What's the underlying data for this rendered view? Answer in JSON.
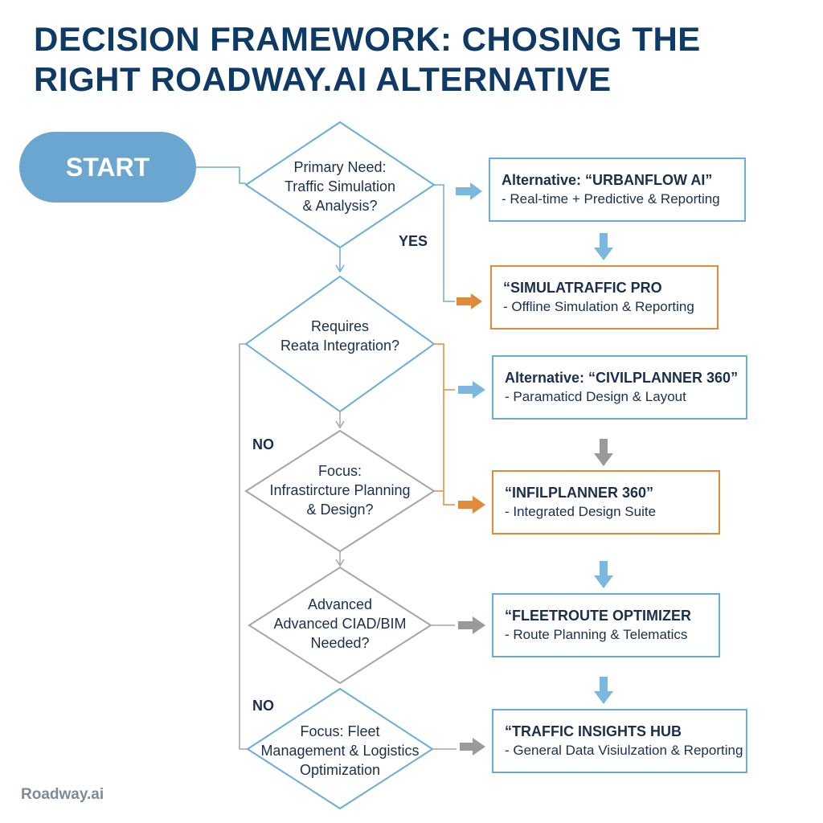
{
  "title": "DECISION FRAMEWORK: CHOSING THE RIGHT ROADWAY.AI ALTERNATIVE",
  "start_label": "START",
  "decisions": [
    {
      "text": "Primary Need:\nTraffic Simulation\n& Analysis?"
    },
    {
      "text": "Requires\nReata Integration?"
    },
    {
      "text": "Focus:\nInfrastircture Planning\n& Design?"
    },
    {
      "text": "Advanced\nAdvanced CIAD/BIM\nNeeded?"
    },
    {
      "text": "Focus: Fleet\nManagement & Logistics\nOptimization"
    }
  ],
  "alternatives": [
    {
      "title": "Alternative: “URBANFLOW AI”",
      "desc": "- Real-time + Predictive & Reporting"
    },
    {
      "title": "“SIMULATRAFFIC PRO",
      "desc": "- Offline Simulation & Reporting"
    },
    {
      "title": "Alternative: “CIVILPLANNER 360”",
      "desc": "- Paramaticd Design & Layout"
    },
    {
      "title": "“INFILPLANNER 360”",
      "desc": "- Integrated Design Suite"
    },
    {
      "title": "“FLEETROUTE OPTIMIZER",
      "desc": "- Route Planning & Telematics"
    },
    {
      "title": "“TRAFFIC INSIGHTS HUB",
      "desc": "- General Data Visiulzation & Reporting"
    }
  ],
  "edge_labels": {
    "yes": "YES",
    "yes_small": "YES",
    "no_1": "NO",
    "no_2": "NO"
  },
  "footer": "Roadway.ai",
  "colors": {
    "title": "#0f3a66",
    "start_fill": "#6aa6cf",
    "diamond_blue": "#6aaed6",
    "diamond_gray": "#a6a6a6",
    "box_blue": "#6aaed6",
    "box_orange": "#e08a3c",
    "arrow_blue": "#7ab8e0",
    "arrow_orange": "#e08a3c",
    "arrow_gray": "#9a9a9a",
    "text_dark": "#1b2f4d",
    "footer": "#808a95"
  }
}
